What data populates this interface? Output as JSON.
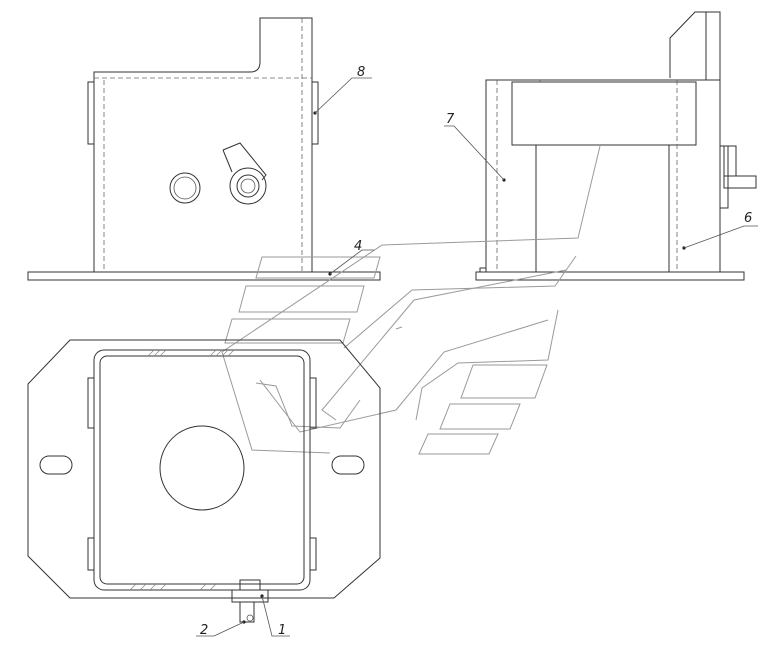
{
  "drawing": {
    "callouts": [
      {
        "id": "callout-1",
        "label": "1"
      },
      {
        "id": "callout-2",
        "label": "2"
      },
      {
        "id": "callout-4",
        "label": "4"
      },
      {
        "id": "callout-6",
        "label": "6"
      },
      {
        "id": "callout-7",
        "label": "7"
      },
      {
        "id": "callout-8",
        "label": "8"
      }
    ],
    "colors": {
      "line": "#333333",
      "watermark": "#9a9a9a",
      "background": "#ffffff"
    }
  }
}
